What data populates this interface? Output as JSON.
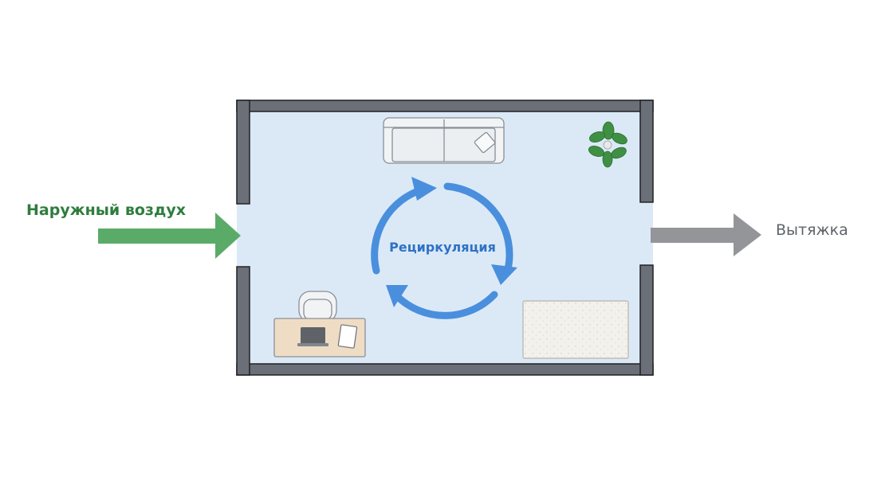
{
  "labels": {
    "intake": "Наружный воздух",
    "exhaust": "Вытяжка",
    "recirculation": "Рециркуляция"
  },
  "colors": {
    "intake": "#5bab68",
    "intake_text": "#2e7d3e",
    "exhaust": "#949599",
    "exhaust_text": "#5f6368",
    "recirculation": "#4a8fdd",
    "recirculation_text": "#2f72c4",
    "room_floor": "#dbe9f7",
    "wall_fill": "#6b7078",
    "wall_stroke": "#202124",
    "desk": "#efdcc4",
    "rug": "#f3f1ec",
    "plant": "#3f8f45"
  },
  "icons": [
    "sofa-icon",
    "plant-icon",
    "chair-icon",
    "desk-icon",
    "laptop-icon",
    "notepad-icon",
    "rug-icon"
  ]
}
